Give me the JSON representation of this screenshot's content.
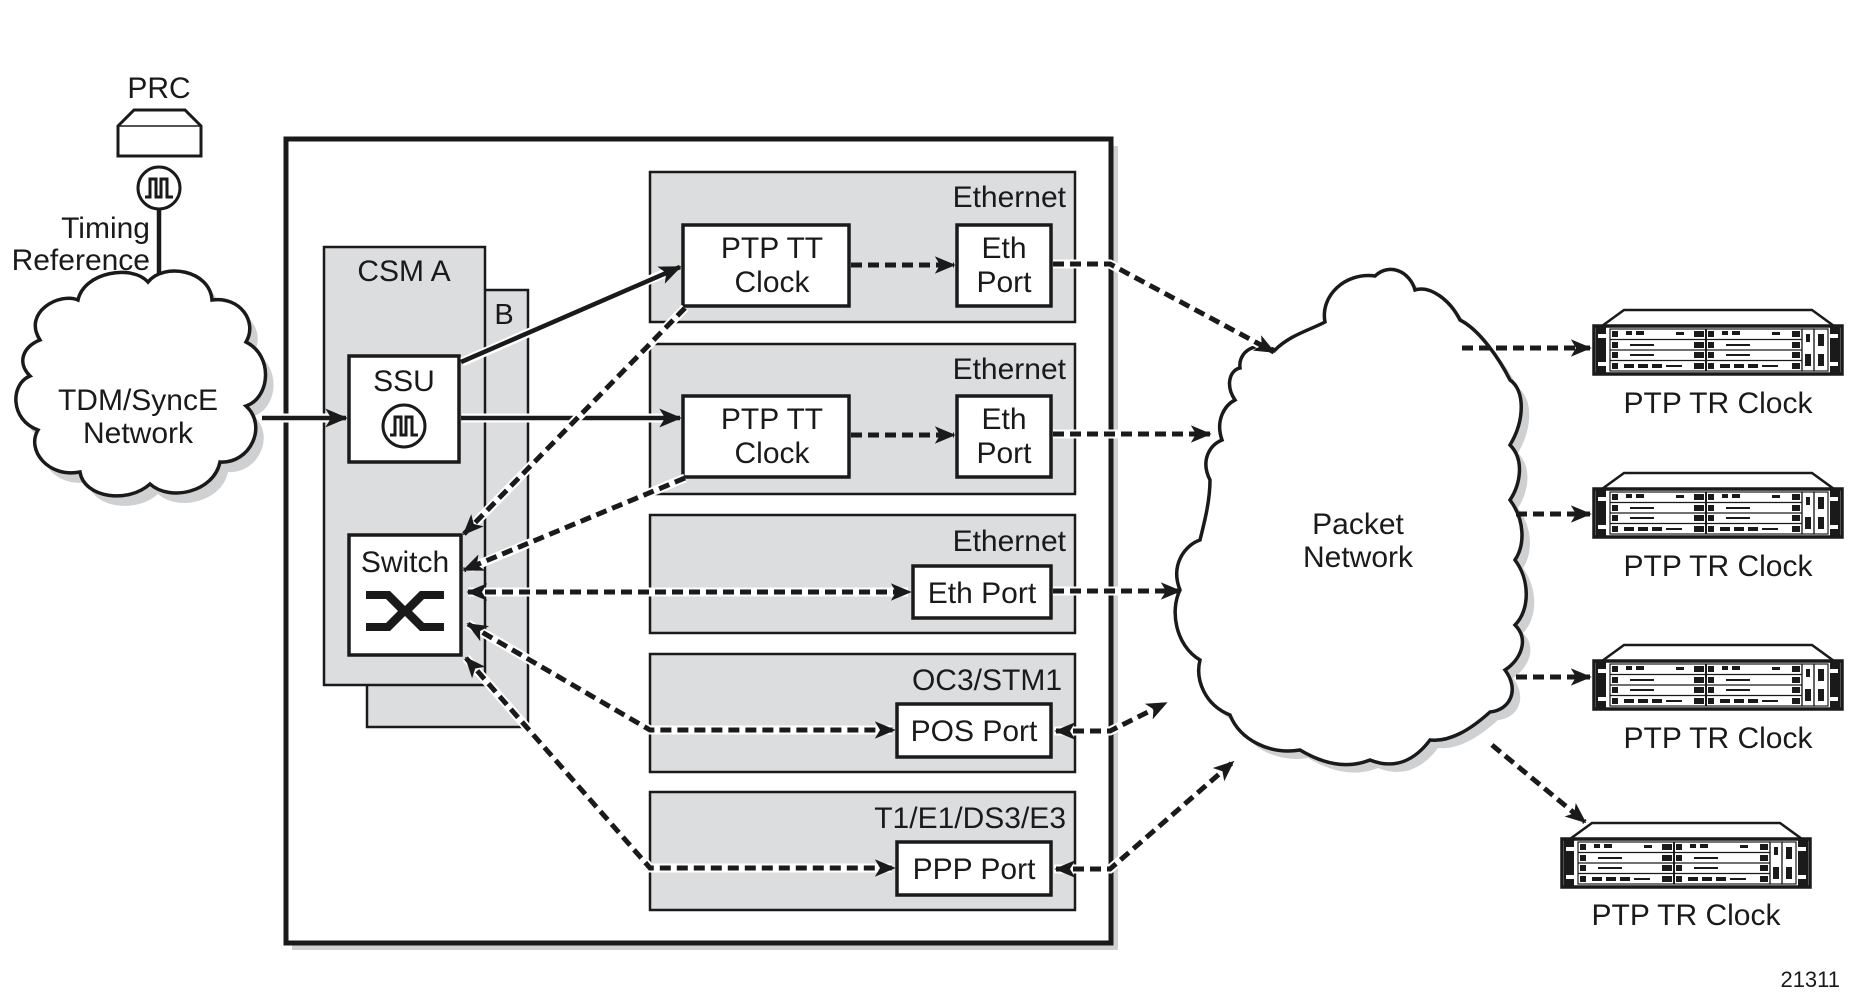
{
  "figure_id": "21311",
  "prc": {
    "label": "PRC",
    "icon": "clock-pulse-icon"
  },
  "timing_reference": {
    "line1": "Timing",
    "line2": "Reference"
  },
  "tdm_network": {
    "line1": "TDM/SyncE",
    "line2": "Network"
  },
  "csm": {
    "a_label": "CSM A",
    "b_label": "B"
  },
  "ssu": {
    "label": "SSU",
    "icon": "clock-pulse-icon"
  },
  "switch": {
    "label": "Switch",
    "icon": "crossconnect-icon"
  },
  "cards": [
    {
      "type": "Ethernet",
      "clock": {
        "line1": "PTP TT",
        "line2": "Clock"
      },
      "port": {
        "line1": "Eth",
        "line2": "Port"
      }
    },
    {
      "type": "Ethernet",
      "clock": {
        "line1": "PTP TT",
        "line2": "Clock"
      },
      "port": {
        "line1": "Eth",
        "line2": "Port"
      }
    },
    {
      "type": "Ethernet",
      "port": {
        "label": "Eth Port"
      }
    },
    {
      "type": "OC3/STM1",
      "port": {
        "label": "POS Port"
      }
    },
    {
      "type": "T1/E1/DS3/E3",
      "port": {
        "label": "PPP Port"
      }
    }
  ],
  "packet_network": {
    "line1": "Packet",
    "line2": "Network"
  },
  "tr_clocks": [
    {
      "label": "PTP TR Clock"
    },
    {
      "label": "PTP TR Clock"
    },
    {
      "label": "PTP TR Clock"
    },
    {
      "label": "PTP TR Clock"
    }
  ],
  "colors": {
    "panel_fill": "#dcdddf",
    "line": "#1a1a1a",
    "shadow": "#cfd0d2"
  }
}
